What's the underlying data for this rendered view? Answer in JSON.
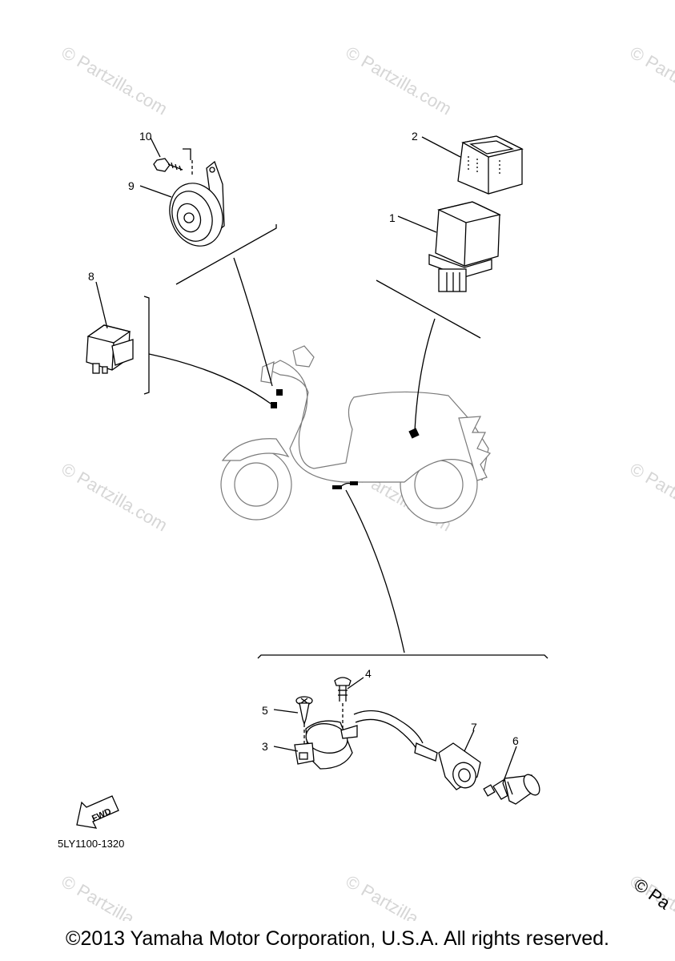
{
  "diagram": {
    "callouts": [
      "1",
      "2",
      "3",
      "4",
      "5",
      "6",
      "7",
      "8",
      "9",
      "10"
    ],
    "fwd_label": "FWD",
    "diagram_code": "5LY1100-1320",
    "watermark_text": "© Partzilla.com",
    "corner_watermark": "© Pa",
    "copyright": "©2013 Yamaha Motor Corporation, U.S.A. All rights reserved."
  }
}
